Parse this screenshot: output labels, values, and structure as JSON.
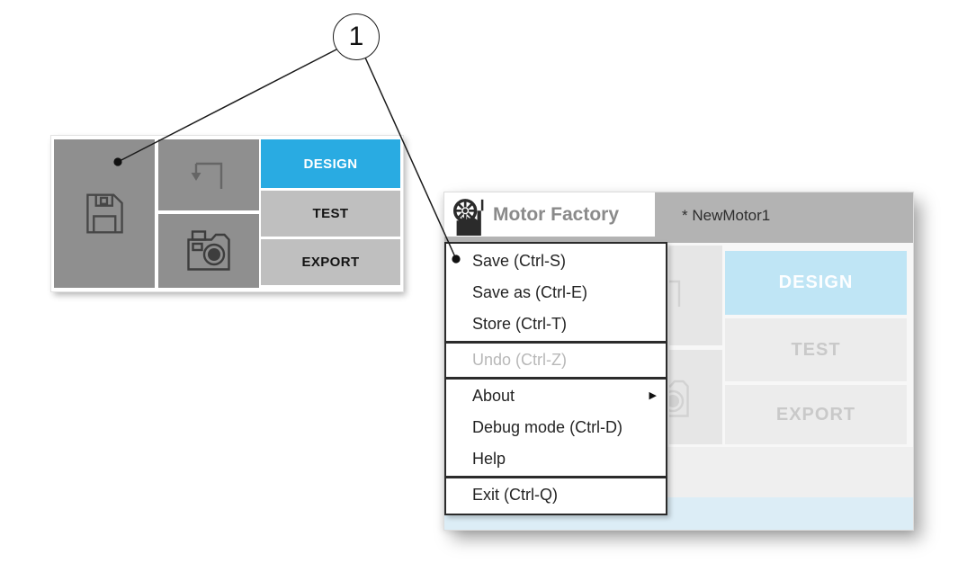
{
  "callout": {
    "label": "1"
  },
  "left_toolbar": {
    "buttons": [
      {
        "name": "save",
        "icon": "floppy-disk-icon"
      },
      {
        "name": "load",
        "icon": "load-arrow-icon"
      },
      {
        "name": "snapshot",
        "icon": "camera-icon"
      }
    ],
    "tabs": [
      {
        "label": "DESIGN",
        "active": true
      },
      {
        "label": "TEST",
        "active": false
      },
      {
        "label": "EXPORT",
        "active": false
      }
    ]
  },
  "app_window": {
    "logo": "motor-factory-logo",
    "app_title": "Motor Factory",
    "document_title": "* NewMotor1",
    "tabs": [
      {
        "label": "DESIGN",
        "active": true
      },
      {
        "label": "TEST",
        "active": false
      },
      {
        "label": "EXPORT",
        "active": false
      }
    ],
    "menu": {
      "groups": [
        {
          "items": [
            {
              "label": "Save (Ctrl-S)"
            },
            {
              "label": "Save as (Ctrl-E)"
            },
            {
              "label": "Store (Ctrl-T)"
            }
          ]
        },
        {
          "items": [
            {
              "label": "Undo (Ctrl-Z)",
              "disabled": true
            }
          ]
        },
        {
          "items": [
            {
              "label": "About",
              "has_submenu": true
            },
            {
              "label": "Debug mode (Ctrl-D)"
            },
            {
              "label": "Help"
            }
          ]
        },
        {
          "items": [
            {
              "label": "Exit (Ctrl-Q)"
            }
          ]
        }
      ]
    }
  },
  "colors": {
    "accent_blue": "#29abe2",
    "faded_tab_blue": "#bfe5f5",
    "toolbar_gray": "#8f8f8f",
    "tab_gray": "#bfbfbf",
    "header_gray": "#b3b3b3",
    "strip_blue": "#dcedf6",
    "strip_gray": "#efefef"
  }
}
